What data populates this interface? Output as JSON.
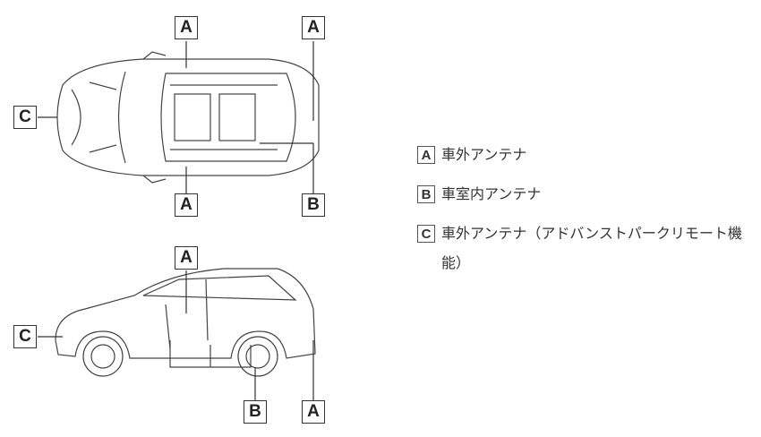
{
  "labels": {
    "top_view": [
      "A",
      "A",
      "C",
      "A",
      "B"
    ],
    "side_view": [
      "A",
      "C",
      "B",
      "A"
    ]
  },
  "legend": [
    {
      "key": "A",
      "text": "車外アンテナ"
    },
    {
      "key": "B",
      "text": "車室内アンテナ"
    },
    {
      "key": "C",
      "text": "車外アンテナ（アドバンストパークリモート機能）"
    }
  ]
}
